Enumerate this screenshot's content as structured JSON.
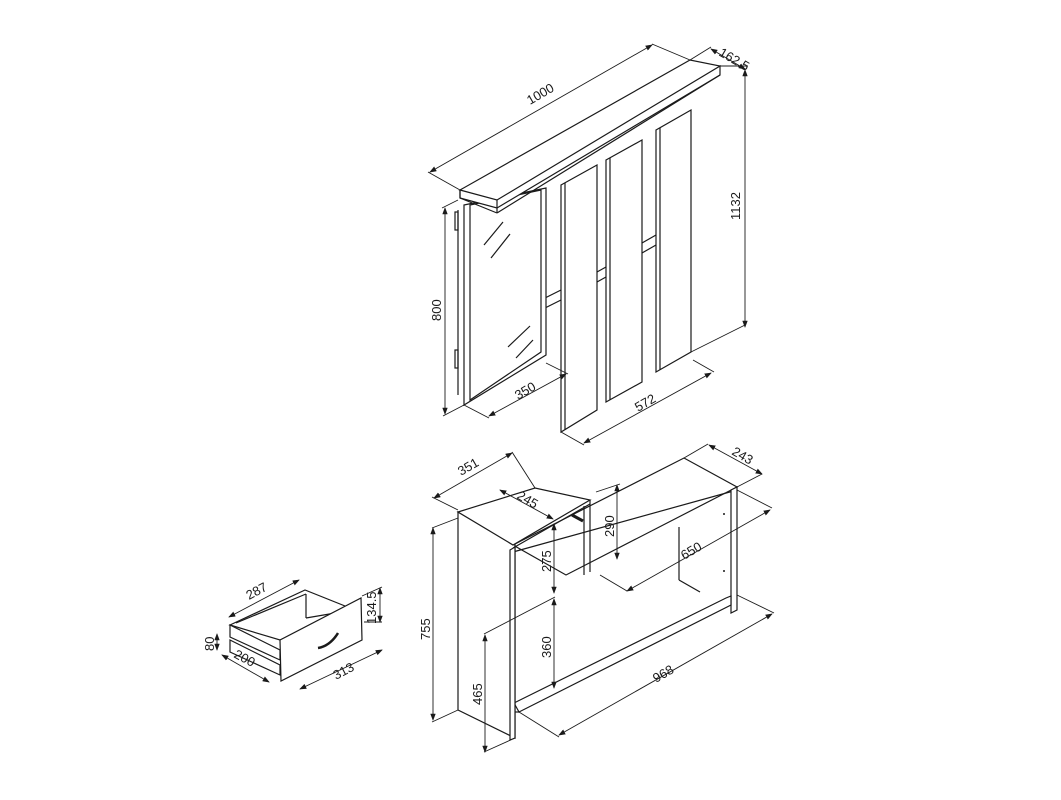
{
  "diagram": {
    "type": "furniture-dimension-drawing",
    "line_color": "#1a1a1a",
    "background": "#ffffff",
    "units": "mm"
  },
  "wall_unit": {
    "shelf_width": "1000",
    "shelf_depth": "162.5",
    "total_height": "1132",
    "mirror_height": "800",
    "mirror_width": "350",
    "panel_span": "572"
  },
  "console": {
    "cabinet_depth": "351",
    "cabinet_top_width": "245",
    "cabinet_height": "755",
    "upper_opening": "275",
    "lower_opening": "360",
    "leg_height": "465",
    "upper_clearance": "290",
    "shelf_width": "650",
    "side_depth": "243",
    "bottom_length": "968"
  },
  "drawer": {
    "inner_length": "287",
    "front_height": "134.5",
    "side_height": "80",
    "side_depth": "200",
    "front_width": "313"
  }
}
